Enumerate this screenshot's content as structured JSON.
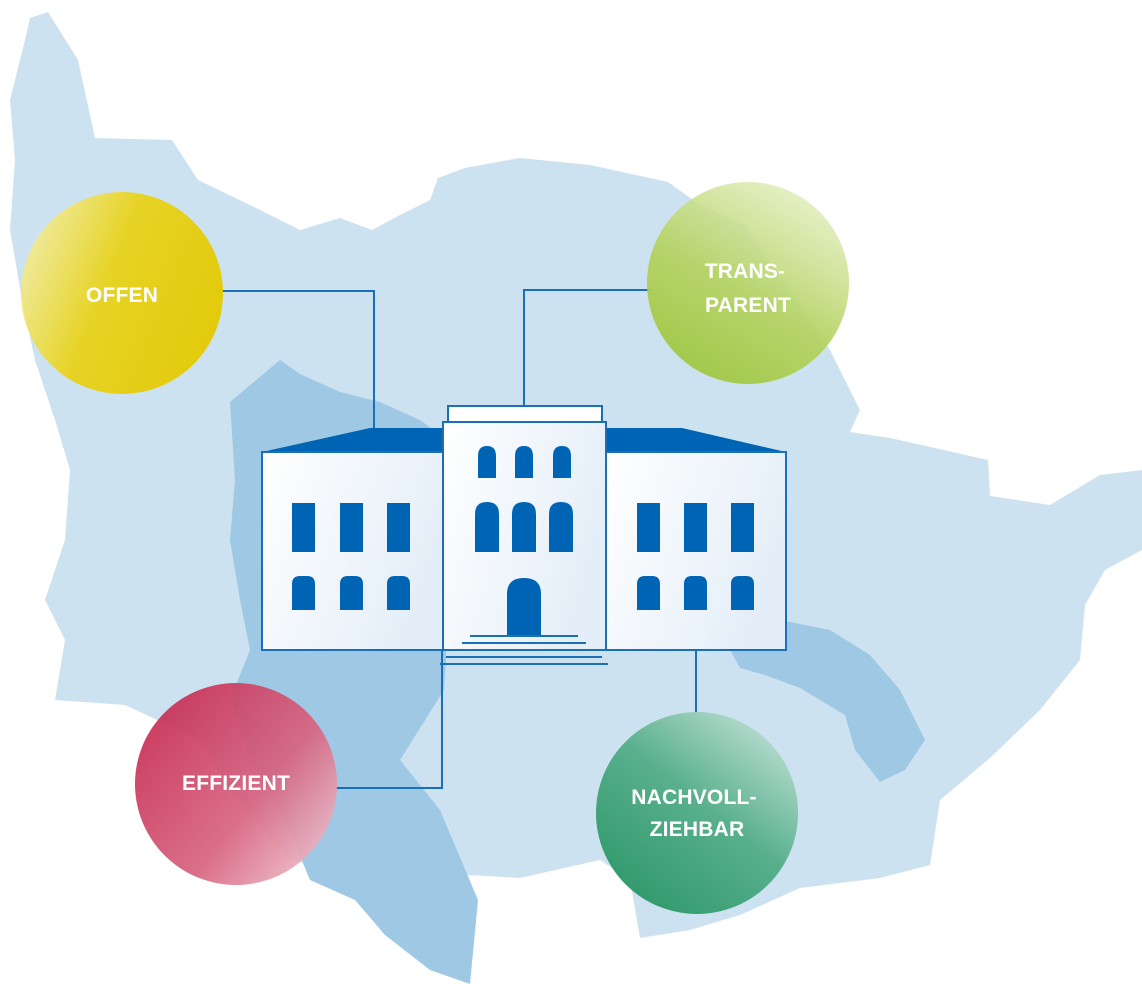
{
  "colors": {
    "region_light": "#cde2f0",
    "region_mid": "#9ec8e4",
    "building_blue": "#0064b4",
    "building_outline": "#1a70b8",
    "connector": "#1a70b8",
    "offen": "#e8d000",
    "transparent": "#a9cc52",
    "effizient": "#c8284e",
    "nachvollziehbar": "#2f9d6e"
  },
  "icons": {
    "building": "town-hall-icon",
    "region": "district-map-shape"
  },
  "bubbles": [
    {
      "id": "offen",
      "lines": [
        "OFFEN"
      ]
    },
    {
      "id": "transparent",
      "lines": [
        "TRANS-",
        "PARENT"
      ]
    },
    {
      "id": "effizient",
      "lines": [
        "EFFIZIENT"
      ]
    },
    {
      "id": "nachvollziehbar",
      "lines": [
        "NACHVOLL-",
        "ZIEHBAR"
      ]
    }
  ]
}
